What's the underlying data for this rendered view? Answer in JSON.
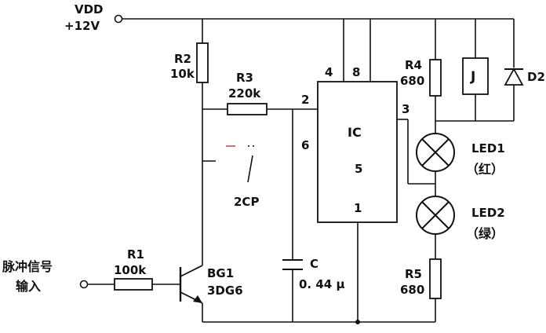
{
  "labels": {
    "vdd": "VDD",
    "vdd_volt": "+12V",
    "r2_name": "R2",
    "r2_val": "10k",
    "r3_name": "R3",
    "r3_val": "220k",
    "r4_name": "R4",
    "r4_val": "680",
    "r5_name": "R5",
    "r5_val": "680",
    "r1_name": "R1",
    "r1_val": "100k",
    "relay": "J",
    "diode": "D2",
    "ic": "IC",
    "ic_num": "5",
    "pin1": "1",
    "pin2": "2",
    "pin3": "3",
    "pin4": "4",
    "pin6": "6",
    "pin8": "8",
    "led1_name": "LED1",
    "led1_color": "（红）",
    "led2_name": "LED2",
    "led2_color": "（绿）",
    "cp": "2CP",
    "bg_name": "BG1",
    "bg_type": "3DG6",
    "cap_name": "C",
    "cap_val": "0. 44 μ",
    "input_line1": "脉冲信号",
    "input_line2": "输入"
  }
}
